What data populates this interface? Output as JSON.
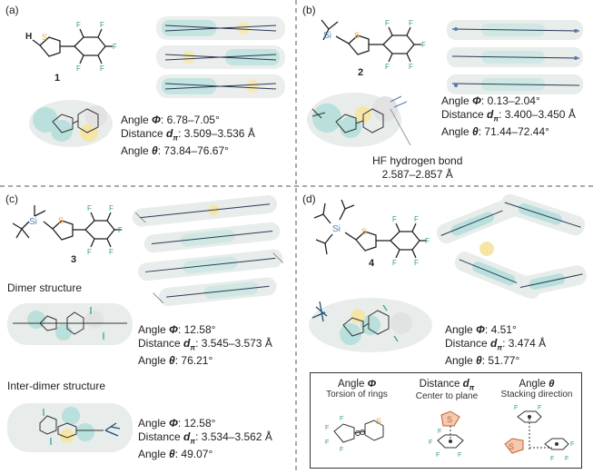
{
  "panels": {
    "a": {
      "label": "(a)",
      "compound": "1",
      "angle_phi": "6.78–7.05°",
      "distance_dpi": "3.509–3.536 Å",
      "angle_theta": "73.84–76.67°"
    },
    "b": {
      "label": "(b)",
      "compound": "2",
      "angle_phi": "0.13–2.04°",
      "distance_dpi": "3.400–3.450 Å",
      "angle_theta": "71.44–72.44°",
      "hf_label": "HF hydrogen bond",
      "hf_value": "2.587–2.857 Å"
    },
    "c": {
      "label": "(c)",
      "compound": "3",
      "dimer_title": "Dimer structure",
      "dimer_phi": "12.58°",
      "dimer_dpi": "3.545–3.573 Å",
      "dimer_theta": "76.21°",
      "inter_title": "Inter-dimer structure",
      "inter_phi": "12.58°",
      "inter_dpi": "3.534–3.562 Å",
      "inter_theta": "49.07°"
    },
    "d": {
      "label": "(d)",
      "compound": "4",
      "angle_phi": "4.51°",
      "distance_dpi": "3.474 Å",
      "angle_theta": "51.77°"
    }
  },
  "labels": {
    "angle": "Angle",
    "distance": "Distance",
    "phi": "Φ",
    "theta": "θ",
    "d": "d",
    "pi_sub": "π",
    "atom_S": "S",
    "atom_F": "F",
    "atom_H": "H",
    "atom_Si": "Si"
  },
  "legend": {
    "phi_title_prefix": "Angle",
    "phi_symbol": "Φ",
    "phi_sub": "Torsion of rings",
    "dpi_title_prefix": "Distance",
    "dpi_symbol": "d",
    "dpi_sub_sym": "π",
    "dpi_sub": "Center to plane",
    "theta_title_prefix": "Angle",
    "theta_symbol": "θ",
    "theta_sub": "Stacking direction"
  },
  "colors": {
    "sulfur": "#e8a33a",
    "fluorine": "#2f9c8a",
    "silicon": "#4a7fb5",
    "surface_teal": "#b9e0dc",
    "surface_yellow": "#f5e6a8",
    "surface_gray": "#e2e2e2",
    "divider": "#555555"
  }
}
